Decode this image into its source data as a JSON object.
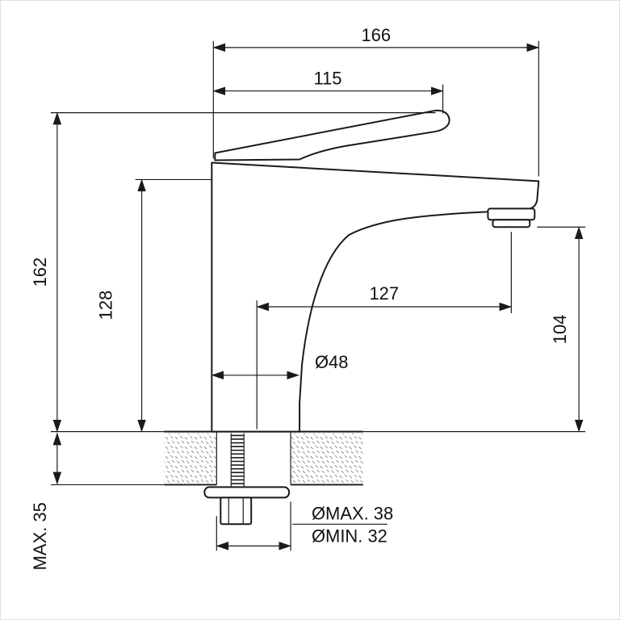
{
  "drawing": {
    "labels": {
      "total_projection": "166",
      "handle_projection": "115",
      "total_height": "162",
      "body_height": "128",
      "spout_reach": "127",
      "outlet_height": "104",
      "base_diameter": "Ø48",
      "max_deck_thickness": "MAX. 35",
      "hole_max": "ØMAX. 38",
      "hole_min": "ØMIN. 32"
    }
  }
}
